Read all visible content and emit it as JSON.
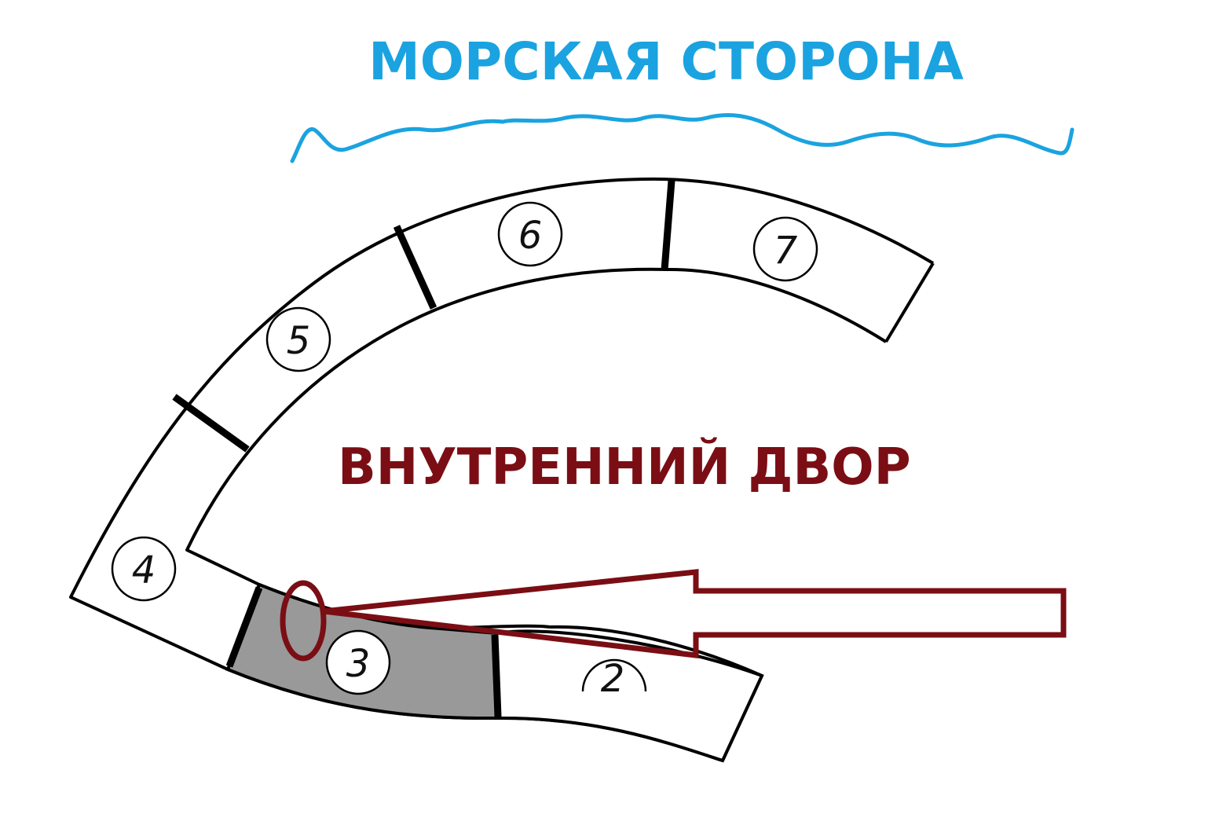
{
  "labels": {
    "sea_side": "МОРСКАЯ СТОРОНА",
    "courtyard": "ВНУТРЕННИЙ ДВОР"
  },
  "sections": [
    {
      "number": "2",
      "highlighted": false
    },
    {
      "number": "3",
      "highlighted": true
    },
    {
      "number": "4",
      "highlighted": false
    },
    {
      "number": "5",
      "highlighted": false
    },
    {
      "number": "6",
      "highlighted": false
    },
    {
      "number": "7",
      "highlighted": false
    }
  ],
  "colors": {
    "sea_label": "#1aa3e0",
    "wave_line": "#1aa3e0",
    "courtyard_label": "#7a0e14",
    "arrow": "#7a0e14",
    "highlight_fill": "#999999",
    "outline": "#000000"
  }
}
